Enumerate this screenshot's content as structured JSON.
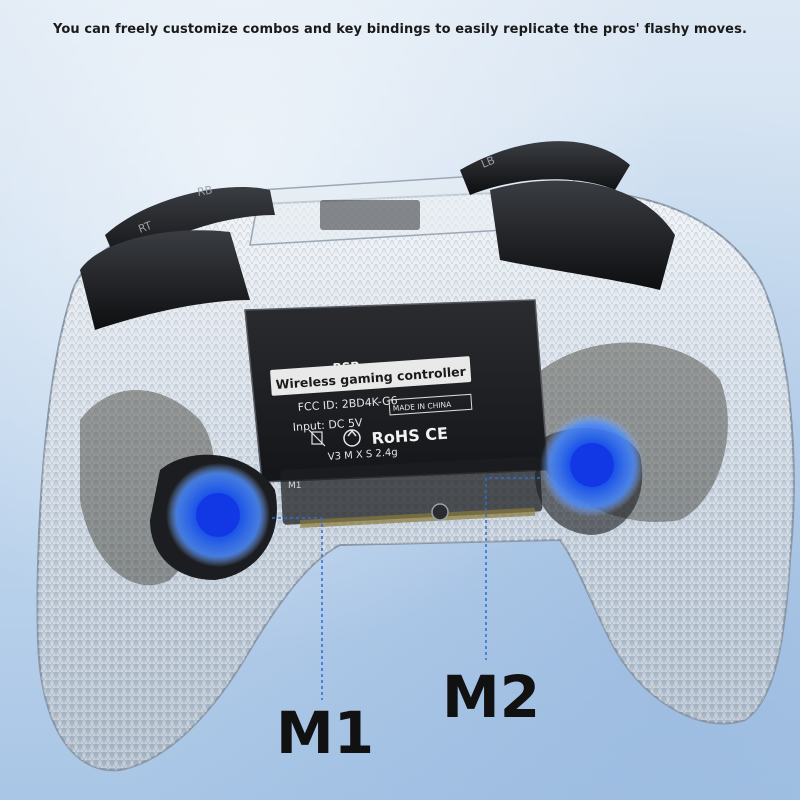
{
  "headline": "You can freely customize combos and key bindings to easily replicate the pros' flashy moves.",
  "label_plate": {
    "brand": "BSP",
    "product": "Wireless gaming controller",
    "fcc": "FCC ID: 2BD4K-G6",
    "input": "Input: DC 5V",
    "origin": "MADE IN CHINA",
    "certs": "RoHS CE",
    "specs": "V3  M  X  S  2.4g"
  },
  "bumpers": {
    "left_top": "RB",
    "left_side": "RT",
    "right_top": "LB"
  },
  "side_marks": {
    "m1_small": "M1"
  },
  "back_buttons": [
    {
      "name": "M1",
      "label": "M1"
    },
    {
      "name": "M2",
      "label": "M2"
    }
  ],
  "colors": {
    "highlight": "#1e56e8",
    "glow": "#4d8dff",
    "leader_line": "#2b6fd6"
  }
}
